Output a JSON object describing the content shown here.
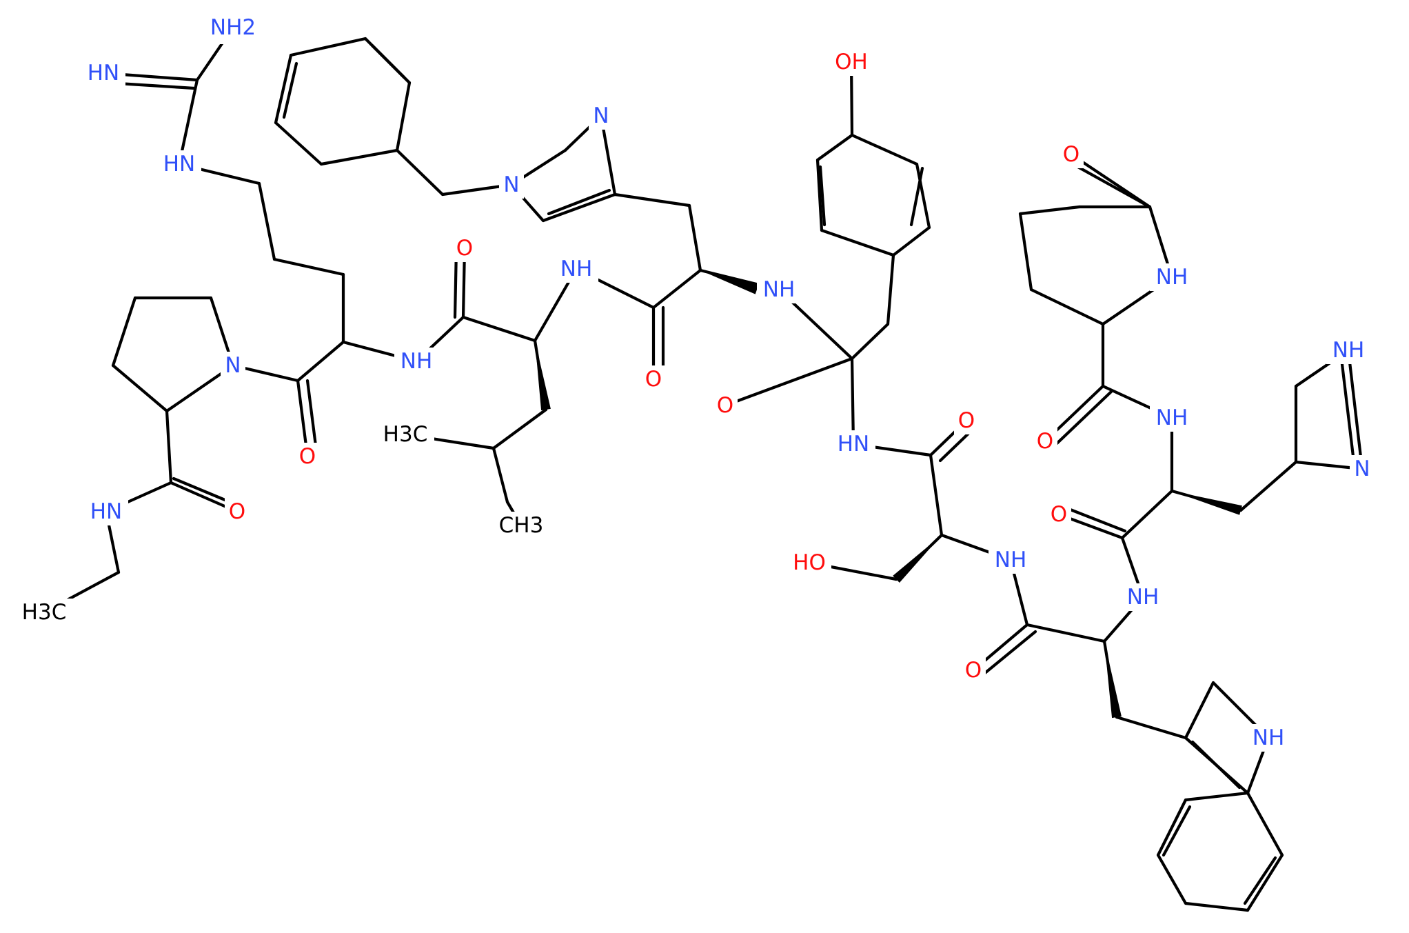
{
  "colors": {
    "bond": "#000000",
    "nitrogen": "#3050F8",
    "oxygen": "#FF0D0D",
    "carbon": "#000000",
    "background": "#FFFFFF"
  },
  "labels": {
    "nh2_guanidine": "NH2",
    "nh_imine": "HN",
    "nh_guanidine_link": "HN",
    "n_benzyl_imidazole": "N",
    "n_imidazole_upper": "N",
    "oh_tyrosine": "OH",
    "o_pyroglutamate": "O",
    "nh_pyroglutamate": "NH",
    "o_arg_leu": "O",
    "nh_leu_his": "NH",
    "nh_his_tyr": "NH",
    "n_proline": "N",
    "nh_arg": "NH",
    "ch3_leu_a": "H3C",
    "ch3_leu_b": "CH3",
    "o_his_carbonyl": "O",
    "o_tyr_carbonyl": "O",
    "nh_ser_tyr": "HN",
    "o_ser_carbonyl": "O",
    "nh_imidazole_right": "NH",
    "o_pglu_carbonyl": "O",
    "nh_pglu_his": "NH",
    "o_arg_carbonyl": "O",
    "o_pro_carbonyl": "O",
    "nh_ethylamide": "HN",
    "ho_serine": "HO",
    "nh_serine": "NH",
    "o_his2_carbonyl": "O",
    "nh_his_trp": "NH",
    "n_imidazole_right": "N",
    "ch3_ethyl": "H3C",
    "o_trp_carbonyl": "O",
    "nh_indole": "NH"
  }
}
